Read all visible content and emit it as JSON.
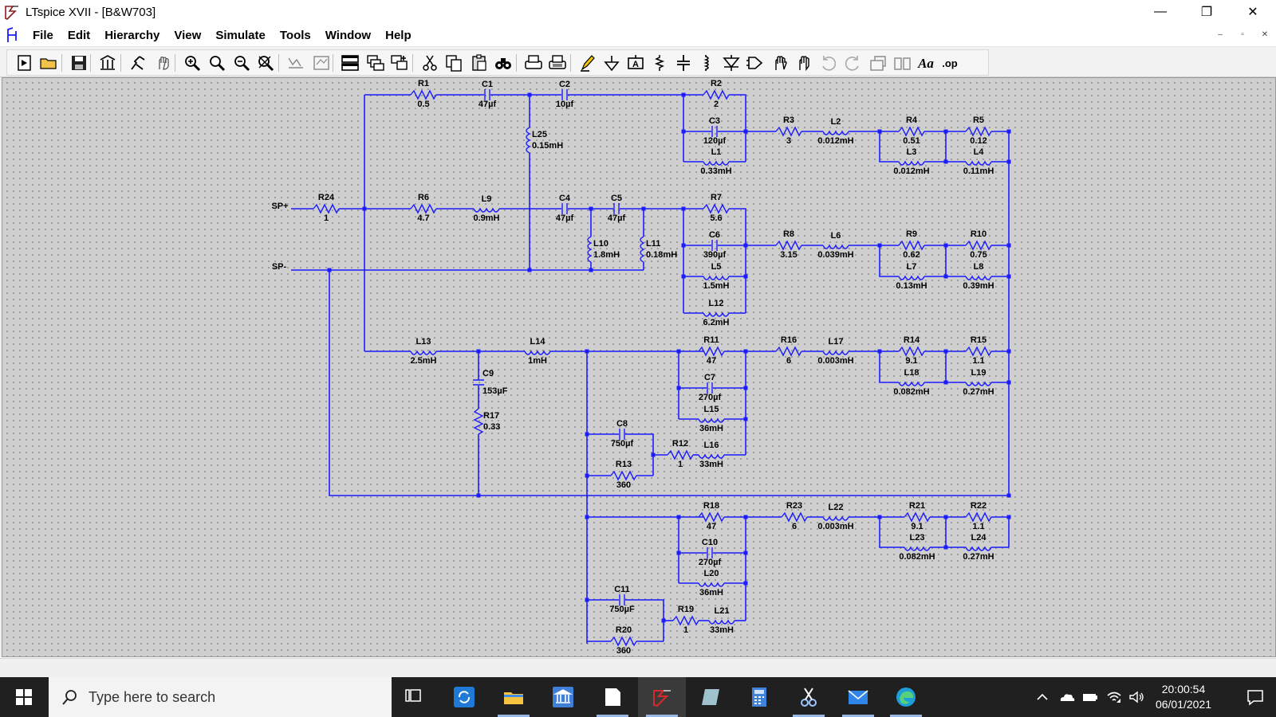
{
  "window": {
    "title": "LTspice XVII - [B&W703]",
    "controls": {
      "minimize": "—",
      "maximize": "❐",
      "close": "✕"
    }
  },
  "menu": {
    "items": [
      "File",
      "Edit",
      "Hierarchy",
      "View",
      "Simulate",
      "Tools",
      "Window",
      "Help"
    ],
    "mdi": {
      "minimize": "–",
      "restore": "▫",
      "close": "✕"
    }
  },
  "toolbar": {
    "buttons": [
      "new-schematic-icon",
      "open-folder-icon",
      "save-icon",
      "control-panel-icon",
      "run-icon",
      "halt-icon",
      "zoom-in-icon",
      "zoom-fit-icon",
      "zoom-out-icon",
      "zoom-cancel-icon",
      "waveform-icon",
      "waveform-grid-icon",
      "tile-horizontal-icon",
      "tile-vertical-icon",
      "cascade-icon",
      "cut-icon",
      "copy-icon",
      "paste-icon",
      "find-icon",
      "print-icon",
      "print-preview-icon",
      "draw-wire-icon",
      "ground-icon",
      "label-net-icon",
      "resistor-icon",
      "capacitor-icon",
      "inductor-icon",
      "diode-icon",
      "component-icon",
      "move-icon",
      "drag-icon",
      "undo-icon",
      "redo-icon",
      "rotate-icon",
      "mirror-icon",
      "text-icon",
      "spice-directive-icon"
    ],
    "spice_directive_label": ".op",
    "text_label": "Aa"
  },
  "schematic": {
    "ports": {
      "sp_plus": "SP+",
      "sp_minus": "SP-"
    },
    "components": [
      {
        "ref": "R1",
        "value": "0.5"
      },
      {
        "ref": "C1",
        "value": "47µf"
      },
      {
        "ref": "C2",
        "value": "10µf"
      },
      {
        "ref": "R2",
        "value": "2"
      },
      {
        "ref": "L25",
        "value": "0.15mH"
      },
      {
        "ref": "C3",
        "value": "120µf"
      },
      {
        "ref": "L1",
        "value": "0.33mH"
      },
      {
        "ref": "R3",
        "value": "3"
      },
      {
        "ref": "L2",
        "value": "0.012mH"
      },
      {
        "ref": "R4",
        "value": "0.51"
      },
      {
        "ref": "R5",
        "value": "0.12"
      },
      {
        "ref": "L3",
        "value": "0.012mH"
      },
      {
        "ref": "L4",
        "value": "0.11mH"
      },
      {
        "ref": "R24",
        "value": "1"
      },
      {
        "ref": "R6",
        "value": "4.7"
      },
      {
        "ref": "L9",
        "value": "0.9mH"
      },
      {
        "ref": "C4",
        "value": "47µf"
      },
      {
        "ref": "C5",
        "value": "47µf"
      },
      {
        "ref": "R7",
        "value": "5.6"
      },
      {
        "ref": "L10",
        "value": "1.8mH"
      },
      {
        "ref": "L11",
        "value": "0.18mH"
      },
      {
        "ref": "C6",
        "value": "390µf"
      },
      {
        "ref": "R8",
        "value": "3.15"
      },
      {
        "ref": "L6",
        "value": "0.039mH"
      },
      {
        "ref": "R9",
        "value": "0.62"
      },
      {
        "ref": "R10",
        "value": "0.75"
      },
      {
        "ref": "L5",
        "value": "1.5mH"
      },
      {
        "ref": "L7",
        "value": "0.13mH"
      },
      {
        "ref": "L8",
        "value": "0.39mH"
      },
      {
        "ref": "L12",
        "value": "6.2mH"
      },
      {
        "ref": "L13",
        "value": "2.5mH"
      },
      {
        "ref": "L14",
        "value": "1mH"
      },
      {
        "ref": "R11",
        "value": "47"
      },
      {
        "ref": "R16",
        "value": "6"
      },
      {
        "ref": "L17",
        "value": "0.003mH"
      },
      {
        "ref": "R14",
        "value": "9.1"
      },
      {
        "ref": "R15",
        "value": "1.1"
      },
      {
        "ref": "C9",
        "value": "153µF"
      },
      {
        "ref": "C7",
        "value": "270µf"
      },
      {
        "ref": "L18",
        "value": "0.082mH"
      },
      {
        "ref": "L19",
        "value": "0.27mH"
      },
      {
        "ref": "R17",
        "value": "0.33"
      },
      {
        "ref": "L15",
        "value": "36mH"
      },
      {
        "ref": "C8",
        "value": "750µf"
      },
      {
        "ref": "R12",
        "value": "1"
      },
      {
        "ref": "L16",
        "value": "33mH"
      },
      {
        "ref": "R13",
        "value": "360"
      },
      {
        "ref": "R18",
        "value": "47"
      },
      {
        "ref": "R23",
        "value": "6"
      },
      {
        "ref": "L22",
        "value": "0.003mH"
      },
      {
        "ref": "R21",
        "value": "9.1"
      },
      {
        "ref": "R22",
        "value": "1.1"
      },
      {
        "ref": "C10",
        "value": "270µf"
      },
      {
        "ref": "L23",
        "value": "0.082mH"
      },
      {
        "ref": "L24",
        "value": "0.27mH"
      },
      {
        "ref": "L20",
        "value": "36mH"
      },
      {
        "ref": "C11",
        "value": "750µF"
      },
      {
        "ref": "R19",
        "value": "1"
      },
      {
        "ref": "L21",
        "value": "33mH"
      },
      {
        "ref": "R20",
        "value": "360"
      }
    ]
  },
  "taskbar": {
    "search_placeholder": "Type here to search",
    "apps": [
      "task-view-icon",
      "sync-app-icon",
      "file-explorer-icon",
      "bank-app-icon",
      "notepad-icon",
      "ltspice-icon",
      "reader-app-icon",
      "calculator-icon",
      "snipping-tool-icon",
      "mail-icon",
      "edge-icon"
    ],
    "active_app": "ltspice-icon",
    "tray": [
      "chevron-up-icon",
      "onedrive-icon",
      "battery-icon",
      "wifi-icon",
      "volume-icon"
    ],
    "time": "20:00:54",
    "date": "06/01/2021"
  }
}
